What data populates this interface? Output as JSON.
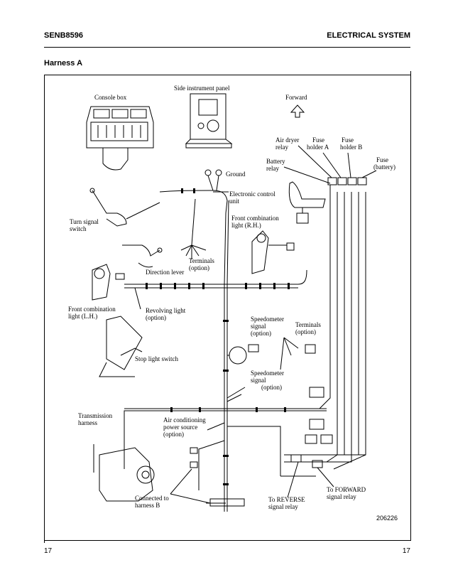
{
  "header": {
    "doc_id": "SENB8596",
    "chapter": "ELECTRICAL SYSTEM"
  },
  "section_title": "Harness A",
  "diagram": {
    "labels": {
      "console_box": "Console box",
      "side_panel": "Side instrument panel",
      "forward": "Forward",
      "air_dryer_1": "Air dryer",
      "air_dryer_2": "relay",
      "fuse_a_1": "Fuse",
      "fuse_a_2": "holder A",
      "fuse_b_1": "Fuse",
      "fuse_b_2": "holder B",
      "fuse_batt_1": "Fuse",
      "fuse_batt_2": "(battery)",
      "battery_relay_1": "Battery",
      "battery_relay_2": "relay",
      "ground": "Ground",
      "ecu_1": "Electronic control",
      "ecu_2": "unit",
      "turn_signal_1": "Turn signal",
      "turn_signal_2": "switch",
      "front_comb_rh_1": "Front combination",
      "front_comb_rh_2": "light (R.H.)",
      "terminals_1a": "Terminals",
      "terminals_1b": "(option)",
      "direction_lever": "Direction lever",
      "front_comb_lh_1": "Front combination",
      "front_comb_lh_2": "light (L.H.)",
      "revolving_1": "Revolving light",
      "revolving_2": "(option)",
      "speedo_1a": "Speedometer",
      "speedo_1b": "signal",
      "speedo_1c": "(option)",
      "terminals_2a": "Terminals",
      "terminals_2b": "(option)",
      "stop_light": "Stop light switch",
      "speedo_2a": "Speedometer",
      "speedo_2b": "signal",
      "speedo_2c": "(option)",
      "transmission_1": "Transmission",
      "transmission_2": "harness",
      "aircon_1": "Air conditioning",
      "aircon_2": "power source",
      "aircon_3": "(option)",
      "connected_1": "Connected to",
      "connected_2": "harness B",
      "reverse_1": "To REVERSE",
      "reverse_2": "signal relay",
      "forward_relay_1": "To FORWARD",
      "forward_relay_2": "signal relay"
    },
    "figure_number": "206226"
  },
  "footer": {
    "page_left": "17",
    "page_right": "17"
  }
}
